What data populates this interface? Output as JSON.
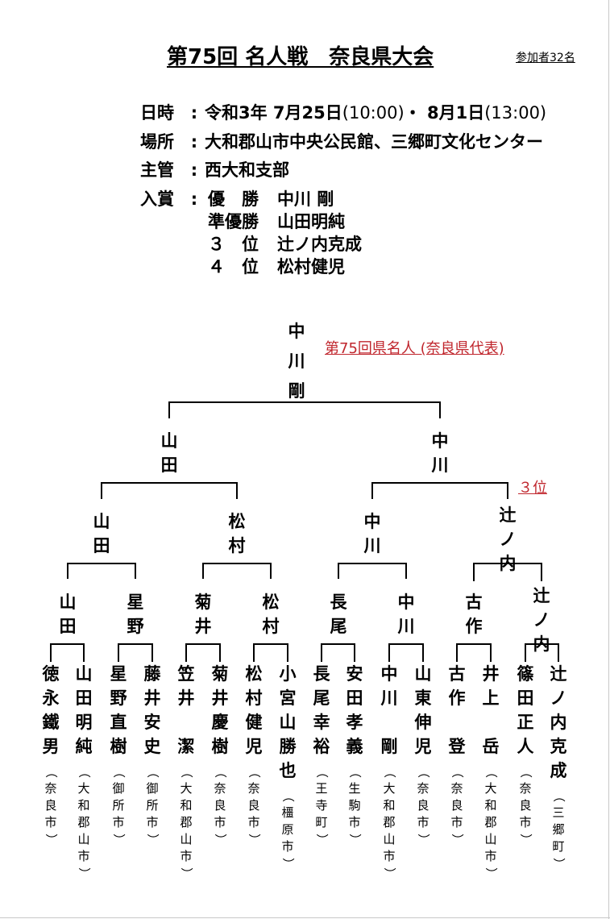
{
  "title": "第75回 名人戦　奈良県大会",
  "participants": "参加者32名",
  "info": {
    "date_label": "日時",
    "date_value_a": "令和3年 7月25日",
    "date_value_b": "(10:00)",
    "date_value_c": "・ 8月1日",
    "date_value_d": "(13:00)",
    "place_label": "場所",
    "place_value": "大和郡山市中央公民館、三郷町文化センター",
    "host_label": "主管",
    "host_value": "西大和支部",
    "award_label": "入賞",
    "colon": ":"
  },
  "awards": [
    {
      "rank": "優　勝",
      "name": "中川 剛"
    },
    {
      "rank": "準優勝",
      "name": "山田明純"
    },
    {
      "rank": "３　位",
      "name": "辻ノ内克成"
    },
    {
      "rank": "４　位",
      "name": "松村健児"
    }
  ],
  "champion_note": "第75回県名人 (奈良県代表)",
  "third_note": "３位",
  "bracket": {
    "champion": "中川剛",
    "final": [
      "山田",
      "中川"
    ],
    "semis": [
      "山田",
      "松村",
      "中川",
      "辻ノ内"
    ],
    "quarters": [
      "山田",
      "星野",
      "菊井",
      "松村",
      "長尾",
      "中川",
      "古作",
      "辻ノ内"
    ]
  },
  "players": [
    {
      "name": "徳永鐵男",
      "city": "（奈良市）"
    },
    {
      "name": "山田明純",
      "city": "（大和郡山市）"
    },
    {
      "name": "星野直樹",
      "city": "（御所市）"
    },
    {
      "name": "藤井安史",
      "city": "（御所市）"
    },
    {
      "name": "笠井　潔",
      "city": "（大和郡山市）"
    },
    {
      "name": "菊井慶樹",
      "city": "（奈良市）"
    },
    {
      "name": "松村健児",
      "city": "（奈良市）"
    },
    {
      "name": "小宮山勝也",
      "city": "（橿原市）"
    },
    {
      "name": "長尾幸裕",
      "city": "（王寺町）"
    },
    {
      "name": "安田孝義",
      "city": "（生駒市）"
    },
    {
      "name": "中川　剛",
      "city": "（大和郡山市）"
    },
    {
      "name": "山東伸児",
      "city": "（奈良市）"
    },
    {
      "name": "古作　登",
      "city": "（奈良市）"
    },
    {
      "name": "井上　岳",
      "city": "（大和郡山市）"
    },
    {
      "name": "篠田正人",
      "city": "（奈良市）"
    },
    {
      "name": "辻ノ内克成",
      "city": "（三郷町）"
    }
  ]
}
